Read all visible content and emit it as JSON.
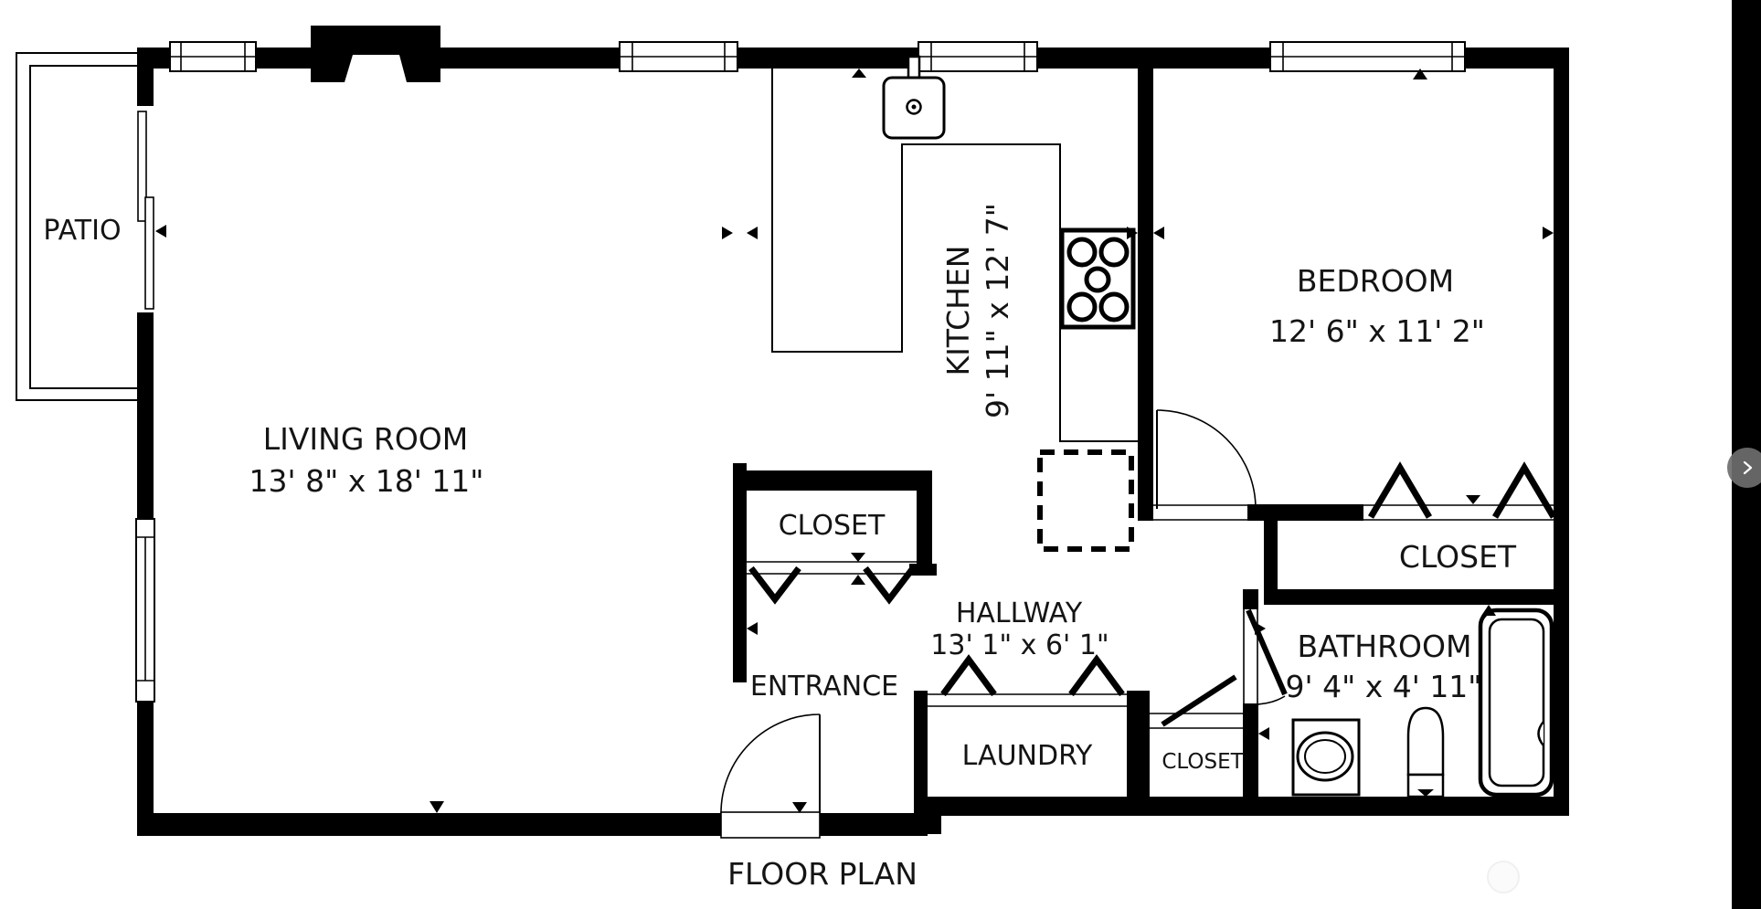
{
  "plan": {
    "title": "FLOOR PLAN",
    "rooms": {
      "patio": {
        "label": "PATIO"
      },
      "living_room": {
        "label": "LIVING ROOM",
        "dims": "13' 8\" x 18' 11\""
      },
      "kitchen": {
        "label": "KITCHEN",
        "dims": "9' 11\" x 12' 7\""
      },
      "bedroom": {
        "label": "BEDROOM",
        "dims": "12' 6\" x 11' 2\""
      },
      "hallway": {
        "label": "HALLWAY",
        "dims": "13' 1\" x 6' 1\""
      },
      "bathroom": {
        "label": "BATHROOM",
        "dims": "9' 4\" x 4' 11\""
      },
      "entrance": {
        "label": "ENTRANCE"
      },
      "laundry": {
        "label": "LAUNDRY"
      },
      "entry_closet": {
        "label": "CLOSET"
      },
      "bedroom_closet": {
        "label": "CLOSET"
      },
      "hall_closet": {
        "label": "CLOSET"
      }
    },
    "fixtures": [
      "fireplace",
      "kitchen-sink",
      "stove-5-burner",
      "dishwasher-dashed",
      "vanity-sink",
      "toilet",
      "bathtub"
    ],
    "colors": {
      "line": "#000000",
      "background": "#ffffff"
    }
  },
  "viewer": {
    "next_button_icon": "chevron-right",
    "strip_color": "#000000"
  }
}
